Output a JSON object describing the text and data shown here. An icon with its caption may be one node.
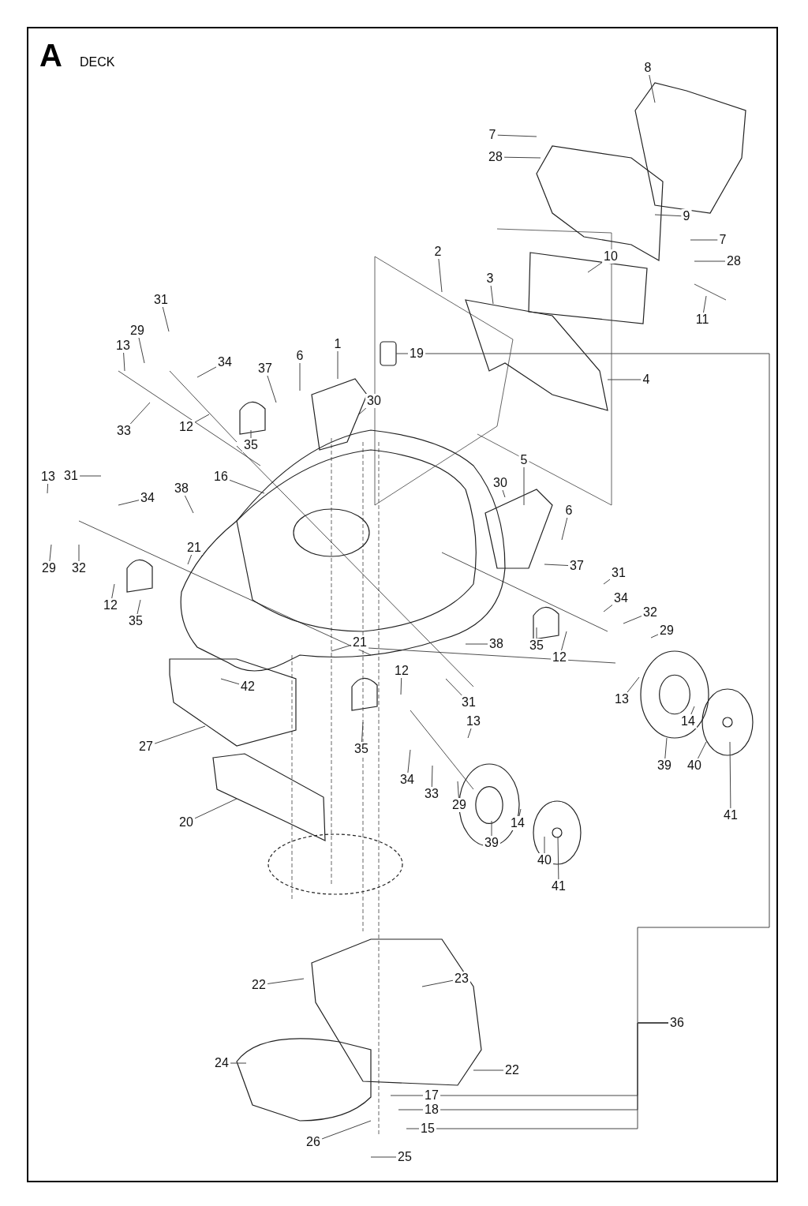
{
  "diagram": {
    "title": "DECK",
    "nodes": [
      {
        "text": [
          "8"
        ]
      },
      {
        "text": [
          "7"
        ]
      },
      {
        "text": [
          "28"
        ]
      },
      {
        "text": [
          "9"
        ]
      },
      {
        "text": [
          "7"
        ]
      },
      {
        "text": [
          "28"
        ]
      },
      {
        "text": [
          "10"
        ]
      },
      {
        "text": [
          "11"
        ]
      },
      {
        "text": [
          "2"
        ]
      },
      {
        "text": [
          "3"
        ]
      },
      {
        "text": [
          "19"
        ]
      },
      {
        "text": [
          "4"
        ]
      },
      {
        "text": [
          "31"
        ]
      },
      {
        "text": [
          "29"
        ]
      },
      {
        "text": [
          "13"
        ]
      },
      {
        "text": [
          "34"
        ]
      },
      {
        "text": [
          "33"
        ]
      },
      {
        "text": [
          "6"
        ]
      },
      {
        "text": [
          "1"
        ]
      },
      {
        "text": [
          "37"
        ]
      },
      {
        "text": [
          "30"
        ]
      },
      {
        "text": [
          "12"
        ]
      },
      {
        "text": [
          "35"
        ]
      },
      {
        "text": [
          "13"
        ]
      },
      {
        "text": [
          "31"
        ]
      },
      {
        "text": [
          "34"
        ]
      },
      {
        "text": [
          "16"
        ]
      },
      {
        "text": [
          "38"
        ]
      },
      {
        "text": [
          "29"
        ]
      },
      {
        "text": [
          "32"
        ]
      },
      {
        "text": [
          "21"
        ]
      },
      {
        "text": [
          "12"
        ]
      },
      {
        "text": [
          "35"
        ]
      },
      {
        "text": [
          "5"
        ]
      },
      {
        "text": [
          "30"
        ]
      },
      {
        "text": [
          "6"
        ]
      },
      {
        "text": [
          "37"
        ]
      },
      {
        "text": [
          "31"
        ]
      },
      {
        "text": [
          "34"
        ]
      },
      {
        "text": [
          "32"
        ]
      },
      {
        "text": [
          "29"
        ]
      },
      {
        "text": [
          "35"
        ]
      },
      {
        "text": [
          "12"
        ]
      },
      {
        "text": [
          "38"
        ]
      },
      {
        "text": [
          "21"
        ]
      },
      {
        "text": [
          "12"
        ]
      },
      {
        "text": [
          "42"
        ]
      },
      {
        "text": [
          "31"
        ]
      },
      {
        "text": [
          "13"
        ]
      },
      {
        "text": [
          "13"
        ]
      },
      {
        "text": [
          "14"
        ]
      },
      {
        "text": [
          "35"
        ]
      },
      {
        "text": [
          "27"
        ]
      },
      {
        "text": [
          "39"
        ]
      },
      {
        "text": [
          "40"
        ]
      },
      {
        "text": [
          "41"
        ]
      },
      {
        "text": [
          "34"
        ]
      },
      {
        "text": [
          "33"
        ]
      },
      {
        "text": [
          "29"
        ]
      },
      {
        "text": [
          "20"
        ]
      },
      {
        "text": [
          "14"
        ]
      },
      {
        "text": [
          "39"
        ]
      },
      {
        "text": [
          "40"
        ]
      },
      {
        "text": [
          "41"
        ]
      },
      {
        "text": [
          "22"
        ]
      },
      {
        "text": [
          "23"
        ]
      },
      {
        "text": [
          "36"
        ]
      },
      {
        "text": [
          "24"
        ]
      },
      {
        "text": [
          "22"
        ]
      },
      {
        "text": [
          "17"
        ]
      },
      {
        "text": [
          "18"
        ]
      },
      {
        "text": [
          "15"
        ]
      },
      {
        "text": [
          "26"
        ]
      },
      {
        "text": [
          "25"
        ]
      }
    ],
    "edges": [
      {
        "from": 0,
        "to": null,
        "arrow": "none"
      },
      {
        "from": 1,
        "to": null,
        "arrow": "none"
      },
      {
        "from": 2,
        "to": null,
        "arrow": "none"
      },
      {
        "from": 3,
        "to": null,
        "arrow": "none"
      },
      {
        "from": 4,
        "to": null,
        "arrow": "none"
      },
      {
        "from": 5,
        "to": null,
        "arrow": "none"
      },
      {
        "from": 6,
        "to": null,
        "arrow": "none"
      },
      {
        "from": 7,
        "to": null,
        "arrow": "none"
      },
      {
        "from": 8,
        "to": null,
        "arrow": "none"
      },
      {
        "from": 9,
        "to": null,
        "arrow": "none"
      },
      {
        "from": 10,
        "to": null,
        "arrow": "none"
      },
      {
        "from": 11,
        "to": null,
        "arrow": "none"
      },
      {
        "from": 12,
        "to": null,
        "arrow": "none"
      },
      {
        "from": 13,
        "to": null,
        "arrow": "none"
      },
      {
        "from": 14,
        "to": null,
        "arrow": "none"
      },
      {
        "from": 15,
        "to": null,
        "arrow": "none"
      },
      {
        "from": 16,
        "to": null,
        "arrow": "none"
      },
      {
        "from": 17,
        "to": null,
        "arrow": "none"
      },
      {
        "from": 18,
        "to": null,
        "arrow": "none"
      },
      {
        "from": 19,
        "to": null,
        "arrow": "none"
      },
      {
        "from": 20,
        "to": null,
        "arrow": "none"
      },
      {
        "from": 21,
        "to": null,
        "arrow": "none"
      },
      {
        "from": 22,
        "to": null,
        "arrow": "none"
      },
      {
        "from": 23,
        "to": null,
        "arrow": "none"
      },
      {
        "from": 24,
        "to": null,
        "arrow": "none"
      },
      {
        "from": 25,
        "to": null,
        "arrow": "none"
      },
      {
        "from": 26,
        "to": null,
        "arrow": "none"
      },
      {
        "from": 27,
        "to": null,
        "arrow": "none"
      },
      {
        "from": 28,
        "to": null,
        "arrow": "none"
      },
      {
        "from": 29,
        "to": null,
        "arrow": "none"
      },
      {
        "from": 30,
        "to": null,
        "arrow": "none"
      },
      {
        "from": 31,
        "to": null,
        "arrow": "none"
      },
      {
        "from": 32,
        "to": null,
        "arrow": "none"
      },
      {
        "from": 33,
        "to": null,
        "arrow": "none"
      },
      {
        "from": 34,
        "to": null,
        "arrow": "none"
      },
      {
        "from": 35,
        "to": null,
        "arrow": "none"
      },
      {
        "from": 36,
        "to": null,
        "arrow": "none"
      },
      {
        "from": 37,
        "to": null,
        "arrow": "none"
      },
      {
        "from": 38,
        "to": null,
        "arrow": "none"
      },
      {
        "from": 39,
        "to": null,
        "arrow": "none"
      },
      {
        "from": 40,
        "to": null,
        "arrow": "none"
      },
      {
        "from": 41,
        "to": null,
        "arrow": "none"
      },
      {
        "from": 42,
        "to": null,
        "arrow": "none"
      },
      {
        "from": 43,
        "to": null,
        "arrow": "none"
      },
      {
        "from": 44,
        "to": null,
        "arrow": "none"
      },
      {
        "from": 45,
        "to": null,
        "arrow": "none"
      },
      {
        "from": 46,
        "to": null,
        "arrow": "none"
      },
      {
        "from": 47,
        "to": null,
        "arrow": "none"
      },
      {
        "from": 48,
        "to": null,
        "arrow": "none"
      },
      {
        "from": 49,
        "to": null,
        "arrow": "none"
      },
      {
        "from": 50,
        "to": null,
        "arrow": "none"
      },
      {
        "from": 51,
        "to": null,
        "arrow": "none"
      },
      {
        "from": 52,
        "to": null,
        "arrow": "none"
      },
      {
        "from": 53,
        "to": null,
        "arrow": "none"
      },
      {
        "from": 54,
        "to": null,
        "arrow": "none"
      },
      {
        "from": 55,
        "to": null,
        "arrow": "none"
      },
      {
        "from": 56,
        "to": null,
        "arrow": "none"
      },
      {
        "from": 57,
        "to": null,
        "arrow": "none"
      },
      {
        "from": 58,
        "to": null,
        "arrow": "none"
      },
      {
        "from": 59,
        "to": null,
        "arrow": "none"
      },
      {
        "from": 60,
        "to": null,
        "arrow": "none"
      },
      {
        "from": 61,
        "to": null,
        "arrow": "none"
      },
      {
        "from": 62,
        "to": null,
        "arrow": "none"
      },
      {
        "from": 63,
        "to": null,
        "arrow": "none"
      },
      {
        "from": 64,
        "to": null,
        "arrow": "none"
      },
      {
        "from": 65,
        "to": null,
        "arrow": "none"
      },
      {
        "from": 67,
        "to": null,
        "arrow": "none"
      },
      {
        "from": 68,
        "to": null,
        "arrow": "none"
      },
      {
        "from": 69,
        "to": null,
        "arrow": "none"
      },
      {
        "from": 70,
        "to": null,
        "arrow": "none"
      },
      {
        "from": 71,
        "to": null,
        "arrow": "none"
      },
      {
        "from": 72,
        "to": null,
        "arrow": "none"
      },
      {
        "from": 73,
        "to": null,
        "arrow": "none"
      },
      {
        "from": 66,
        "to": 10,
        "arrow": "none"
      },
      {
        "from": 66,
        "to": 69,
        "arrow": "none"
      },
      {
        "from": 66,
        "to": 70,
        "arrow": "none"
      },
      {
        "from": 66,
        "to": 71,
        "arrow": "none"
      }
    ],
    "labels": [
      "A"
    ]
  }
}
